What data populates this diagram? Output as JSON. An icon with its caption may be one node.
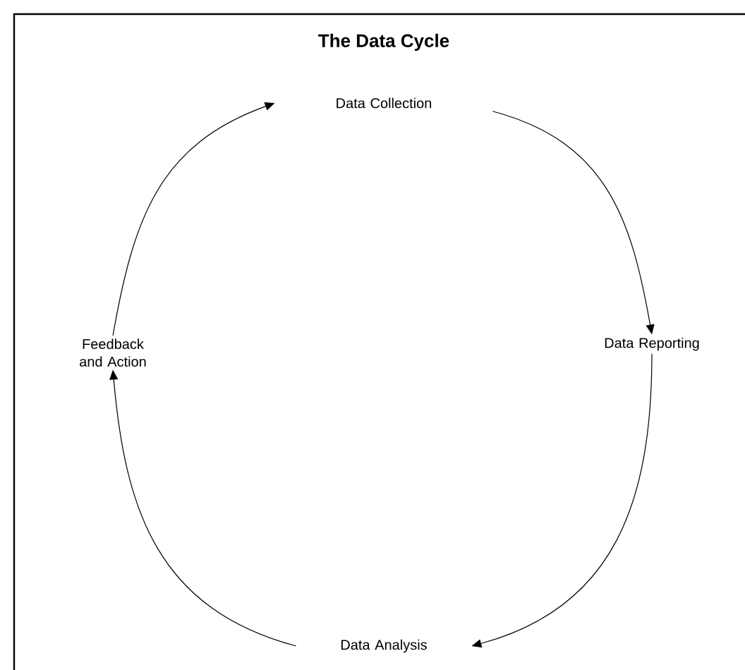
{
  "diagram": {
    "title": "The Data Cycle",
    "nodes": [
      {
        "text": [
          "Data Collection"
        ]
      },
      {
        "text": [
          "Data Reporting"
        ]
      },
      {
        "text": [
          "Data Analysis"
        ]
      },
      {
        "text": [
          "Feedback and Action"
        ]
      }
    ],
    "edges": [
      {
        "from": 0,
        "to": 1,
        "arrow": "to"
      },
      {
        "from": 1,
        "to": 2,
        "arrow": "to"
      },
      {
        "from": 2,
        "to": 3,
        "arrow": "to"
      },
      {
        "from": 3,
        "to": 0,
        "arrow": "to"
      }
    ]
  }
}
